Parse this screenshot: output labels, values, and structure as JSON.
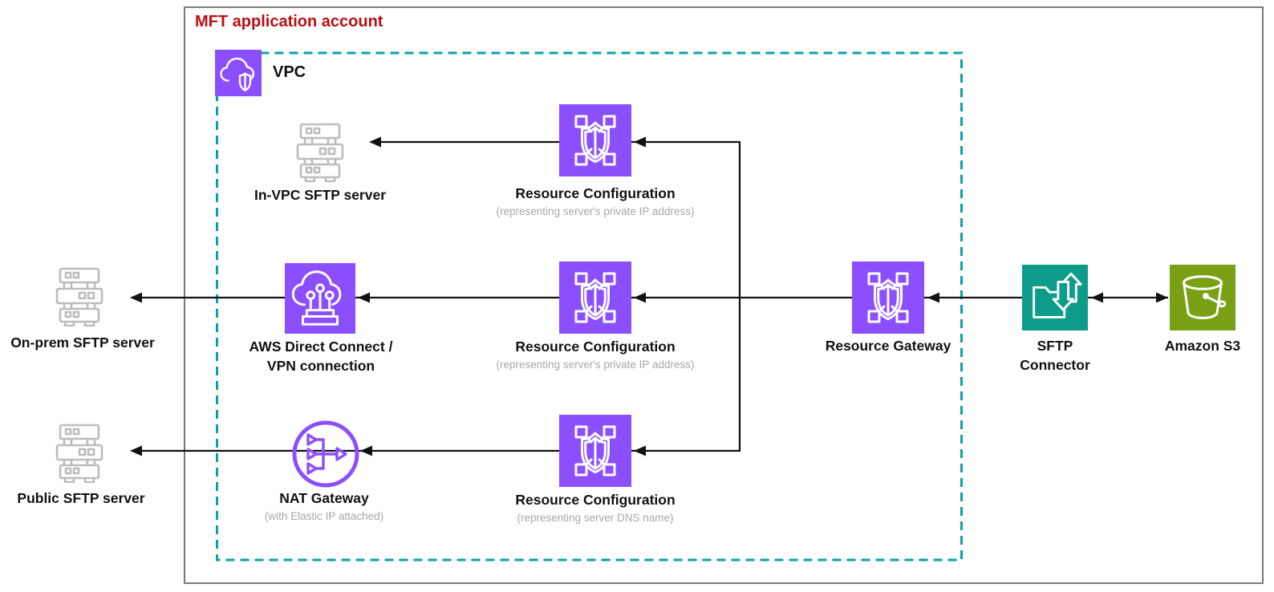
{
  "diagram": {
    "account": {
      "title": "MFT application account"
    },
    "vpc": {
      "label": "VPC"
    },
    "nodes": {
      "in_vpc_server": {
        "label": "In-VPC SFTP server"
      },
      "rc_private_ip_1": {
        "label": "Resource Configuration",
        "sublabel": "(representing server's private IP address)"
      },
      "on_prem_server": {
        "label": "On-prem SFTP server"
      },
      "direct_connect": {
        "label_line1": "AWS Direct Connect /",
        "label_line2": "VPN connection"
      },
      "rc_private_ip_2": {
        "label": "Resource Configuration",
        "sublabel": "(representing server's private IP address)"
      },
      "resource_gateway": {
        "label": "Resource Gateway"
      },
      "sftp_connector": {
        "label_line1": "SFTP",
        "label_line2": "Connector"
      },
      "amazon_s3": {
        "label": "Amazon S3"
      },
      "public_server": {
        "label": "Public SFTP server"
      },
      "nat_gateway": {
        "label": "NAT Gateway",
        "sublabel": "(with Elastic IP attached)"
      },
      "rc_dns": {
        "label": "Resource Configuration",
        "sublabel": "(representing server DNS name)"
      }
    },
    "colors": {
      "purple": "#8C4FFF",
      "teal": "#0D9C8A",
      "green": "#7AA116",
      "vpc_border": "#0AA2A9",
      "account_border": "#7A7A7A",
      "account_title": "#BB0E12",
      "server_gray": "#BCBCBC",
      "subtitle_gray": "#A7A7A7",
      "line": "#111111"
    }
  }
}
